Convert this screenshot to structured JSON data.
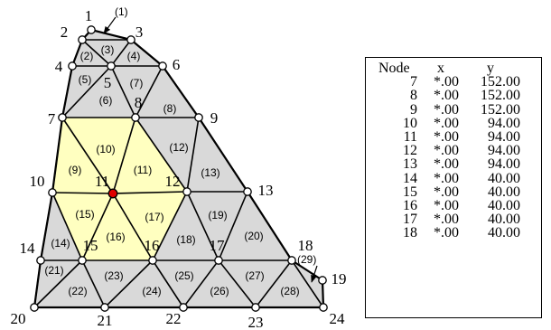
{
  "mesh": {
    "colors": {
      "stroke": "#000000",
      "gray_fill": "#d9d9d9",
      "yellow_fill": "#ffffc0",
      "node_fill": "#ffffff",
      "center_node_fill": "#e00000"
    },
    "nodes": [
      {
        "id": "1",
        "label": "1"
      },
      {
        "id": "2",
        "label": "2"
      },
      {
        "id": "3",
        "label": "3"
      },
      {
        "id": "4",
        "label": "4"
      },
      {
        "id": "5",
        "label": "5"
      },
      {
        "id": "6",
        "label": "6"
      },
      {
        "id": "7",
        "label": "7"
      },
      {
        "id": "8",
        "label": "8"
      },
      {
        "id": "9",
        "label": "9"
      },
      {
        "id": "10",
        "label": "10"
      },
      {
        "id": "11",
        "label": "11"
      },
      {
        "id": "12",
        "label": "12"
      },
      {
        "id": "13",
        "label": "13"
      },
      {
        "id": "14",
        "label": "14"
      },
      {
        "id": "15",
        "label": "15"
      },
      {
        "id": "16",
        "label": "16"
      },
      {
        "id": "17",
        "label": "17"
      },
      {
        "id": "18",
        "label": "18"
      },
      {
        "id": "19",
        "label": "19"
      },
      {
        "id": "20",
        "label": "20"
      },
      {
        "id": "21",
        "label": "21"
      },
      {
        "id": "22",
        "label": "22"
      },
      {
        "id": "23",
        "label": "23"
      },
      {
        "id": "24",
        "label": "24"
      }
    ],
    "elements": [
      {
        "id": "1",
        "label": "(1)",
        "fill": "gray"
      },
      {
        "id": "2",
        "label": "(2)",
        "fill": "gray"
      },
      {
        "id": "3",
        "label": "(3)",
        "fill": "gray"
      },
      {
        "id": "4",
        "label": "(4)",
        "fill": "gray"
      },
      {
        "id": "5",
        "label": "(5)",
        "fill": "gray"
      },
      {
        "id": "6",
        "label": "(6)",
        "fill": "gray"
      },
      {
        "id": "7",
        "label": "(7)",
        "fill": "gray"
      },
      {
        "id": "8",
        "label": "(8)",
        "fill": "gray"
      },
      {
        "id": "9",
        "label": "(9)",
        "fill": "yellow"
      },
      {
        "id": "10",
        "label": "(10)",
        "fill": "yellow"
      },
      {
        "id": "11",
        "label": "(11)",
        "fill": "yellow"
      },
      {
        "id": "12",
        "label": "(12)",
        "fill": "gray"
      },
      {
        "id": "13",
        "label": "(13)",
        "fill": "gray"
      },
      {
        "id": "14",
        "label": "(14)",
        "fill": "gray"
      },
      {
        "id": "15",
        "label": "(15)",
        "fill": "yellow"
      },
      {
        "id": "16",
        "label": "(16)",
        "fill": "yellow"
      },
      {
        "id": "17",
        "label": "(17)",
        "fill": "yellow"
      },
      {
        "id": "18",
        "label": "(18)",
        "fill": "gray"
      },
      {
        "id": "19",
        "label": "(19)",
        "fill": "gray"
      },
      {
        "id": "20",
        "label": "(20)",
        "fill": "gray"
      },
      {
        "id": "21",
        "label": "(21)",
        "fill": "gray"
      },
      {
        "id": "22",
        "label": "(22)",
        "fill": "gray"
      },
      {
        "id": "23",
        "label": "(23)",
        "fill": "gray"
      },
      {
        "id": "24",
        "label": "(24)",
        "fill": "gray"
      },
      {
        "id": "25",
        "label": "(25)",
        "fill": "gray"
      },
      {
        "id": "26",
        "label": "(26)",
        "fill": "gray"
      },
      {
        "id": "27",
        "label": "(27)",
        "fill": "gray"
      },
      {
        "id": "28",
        "label": "(28)",
        "fill": "gray"
      },
      {
        "id": "29",
        "label": "(29)",
        "fill": "gray"
      }
    ]
  },
  "table": {
    "headers": [
      "Node",
      "x",
      "y"
    ],
    "rows": [
      [
        "7",
        "*.00",
        "152.00"
      ],
      [
        "8",
        "*.00",
        "152.00"
      ],
      [
        "9",
        "*.00",
        "152.00"
      ],
      [
        "10",
        "*.00",
        "94.00"
      ],
      [
        "11",
        "*.00",
        "94.00"
      ],
      [
        "12",
        "*.00",
        "94.00"
      ],
      [
        "13",
        "*.00",
        "94.00"
      ],
      [
        "14",
        "*.00",
        "40.00"
      ],
      [
        "15",
        "*.00",
        "40.00"
      ],
      [
        "16",
        "*.00",
        "40.00"
      ],
      [
        "17",
        "*.00",
        "40.00"
      ],
      [
        "18",
        "*.00",
        "40.00"
      ]
    ]
  }
}
